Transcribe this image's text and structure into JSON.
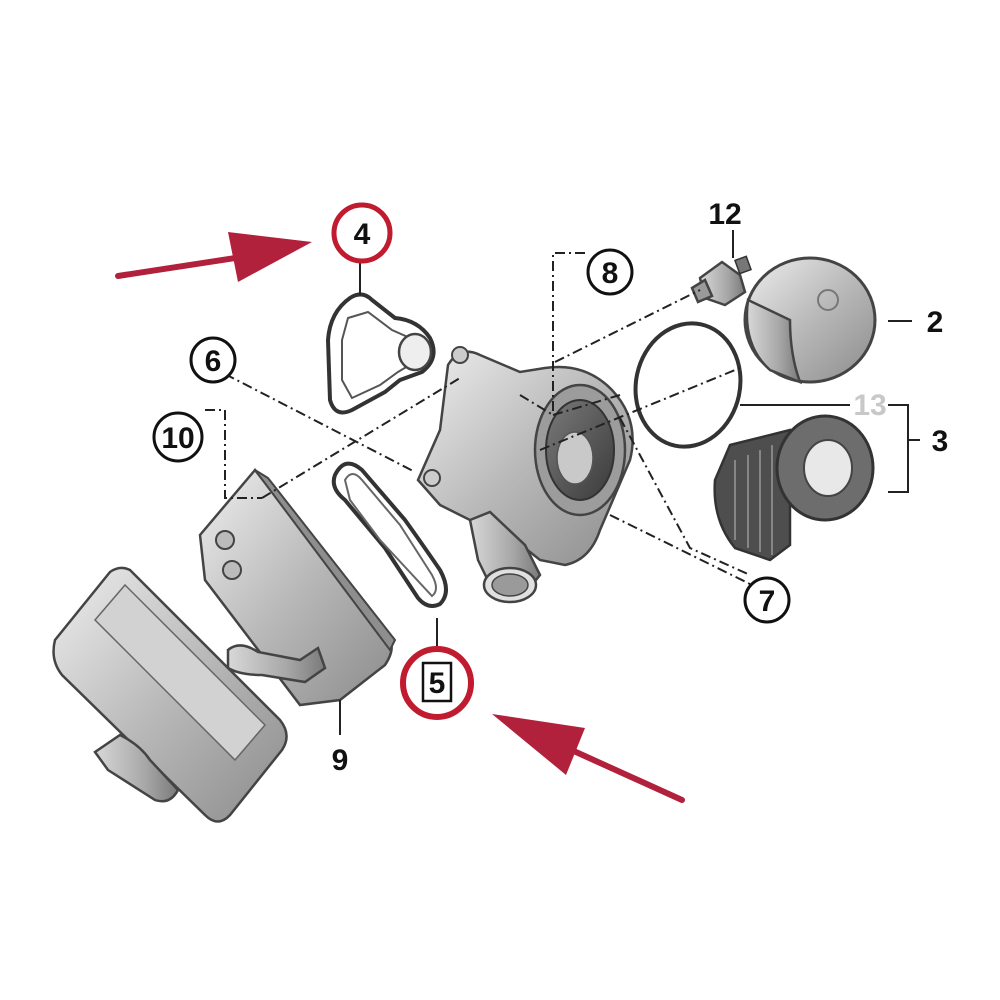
{
  "callouts": {
    "c2": "2",
    "c3": "3",
    "c4": "4",
    "c5": "5",
    "c6": "6",
    "c7": "7",
    "c8": "8",
    "c9": "9",
    "c10": "10",
    "c12": "12",
    "c13": "13"
  },
  "highlight_color": "#c01b2f",
  "arrow_color": "#b2213b",
  "faded_label_color": "#c8c8c8"
}
